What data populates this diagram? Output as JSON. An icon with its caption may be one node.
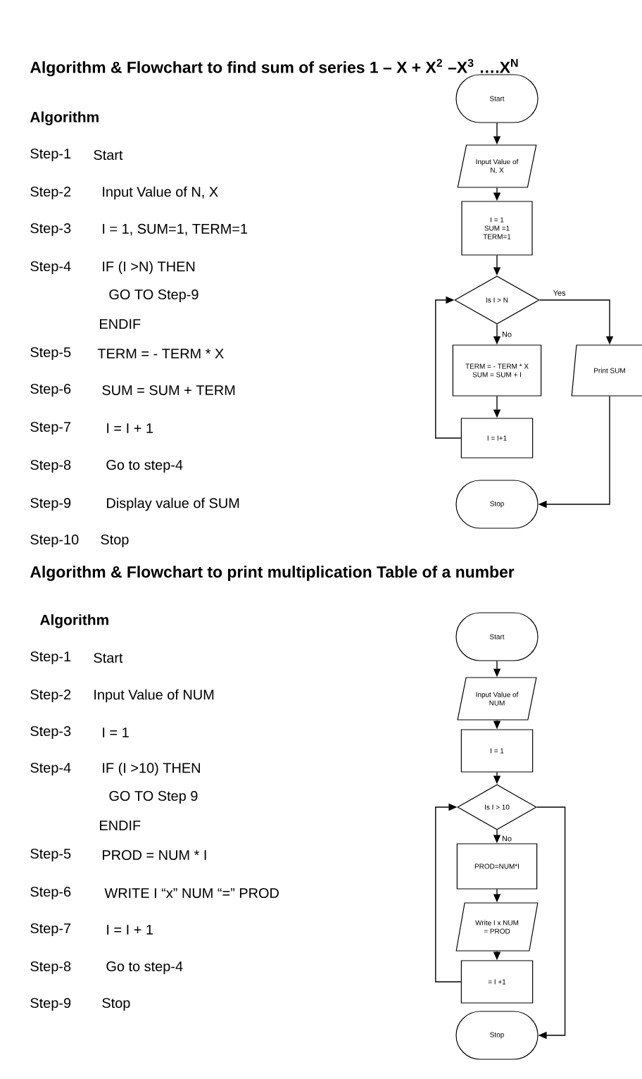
{
  "diagram": {
    "title": "Algorithm & Flowchart to find sum of series 1 – X + X$^{2}$ –X$^{3}$ ….X$^{N}$",
    "nodes": [
      {
        "text": [
          "Start"
        ]
      },
      {
        "text": [
          "Input Value of N, X"
        ]
      },
      {
        "text": [
          "I = 1 SUM =1 TERM=1"
        ]
      },
      {
        "text": [
          "Is I > N"
        ]
      },
      {
        "text": [
          "TERM = - TERM * X SUM = SUM + I"
        ]
      },
      {
        "text": [
          "I = I+1"
        ]
      },
      {
        "text": [
          "Stop"
        ]
      },
      {
        "text": [
          "Print SUM"
        ]
      },
      {
        "text": [
          "Start"
        ]
      },
      {
        "text": [
          "Input Value of NUM"
        ]
      },
      {
        "text": [
          "I = 1"
        ]
      },
      {
        "text": [
          "Is I > 10"
        ]
      },
      {
        "text": [
          "PROD=NUM*I"
        ]
      },
      {
        "text": [
          "Write I x NUM = PROD"
        ]
      },
      {
        "text": [
          "= I +1"
        ]
      },
      {
        "text": [
          "Stop"
        ]
      }
    ],
    "edges": [
      {
        "from": 0,
        "to": 1,
        "arrow": "to"
      },
      {
        "from": 1,
        "to": 2,
        "arrow": "to"
      },
      {
        "from": 2,
        "to": 3,
        "arrow": "to"
      },
      {
        "from": 3,
        "to": 4,
        "arrow": "to",
        "label": "No"
      },
      {
        "from": 3,
        "to": 7,
        "arrow": "to",
        "label": "Yes"
      },
      {
        "from": 4,
        "to": 5,
        "arrow": "to"
      },
      {
        "from": 5,
        "to": 3,
        "arrow": "to"
      },
      {
        "from": 7,
        "to": 6,
        "arrow": "to"
      },
      {
        "from": 8,
        "to": 9,
        "arrow": "to"
      },
      {
        "from": 9,
        "to": 10,
        "arrow": "to"
      },
      {
        "from": 10,
        "to": 11,
        "arrow": "to"
      },
      {
        "from": 11,
        "to": 12,
        "arrow": "to",
        "label": "No"
      },
      {
        "from": 12,
        "to": 13,
        "arrow": "to"
      },
      {
        "from": 13,
        "to": 14,
        "arrow": "to"
      },
      {
        "from": 14,
        "to": 11,
        "arrow": "to"
      },
      {
        "from": 11,
        "to": 15,
        "arrow": "to"
      }
    ],
    "labels": [
      "Algorithm",
      "Step-1",
      "Start",
      "Step-2",
      "Input Value of N, X",
      "Step-3",
      "I = 1, SUM=1, TERM=1",
      "Step-4",
      "IF (I >N)  THEN",
      "GO TO Step-9",
      "ENDIF",
      "Step-5",
      "TERM =  - TERM * X",
      "Step-6",
      "SUM = SUM + TERM",
      "Step-7",
      "I = I + 1",
      "Step-8",
      "Go to step-4",
      "Step-9",
      "Display value of SUM",
      "Step-10",
      "Stop",
      "Algorithm & Flowchart to print multiplication Table of a number",
      "Algorithm",
      "Step-1",
      "Start",
      "Step-2",
      "Input Value of NUM",
      "Step-3",
      "I = 1",
      "Step-4",
      "IF (I >10)  THEN",
      "GO TO Step 9",
      "ENDIF",
      "Step-5",
      "PROD = NUM * I",
      "Step-6",
      "WRITE  I “x”  NUM “=”  PROD",
      "Step-7",
      "I = I + 1",
      "Step-8",
      "Go to step-4",
      "Step-9",
      "Stop"
    ]
  }
}
